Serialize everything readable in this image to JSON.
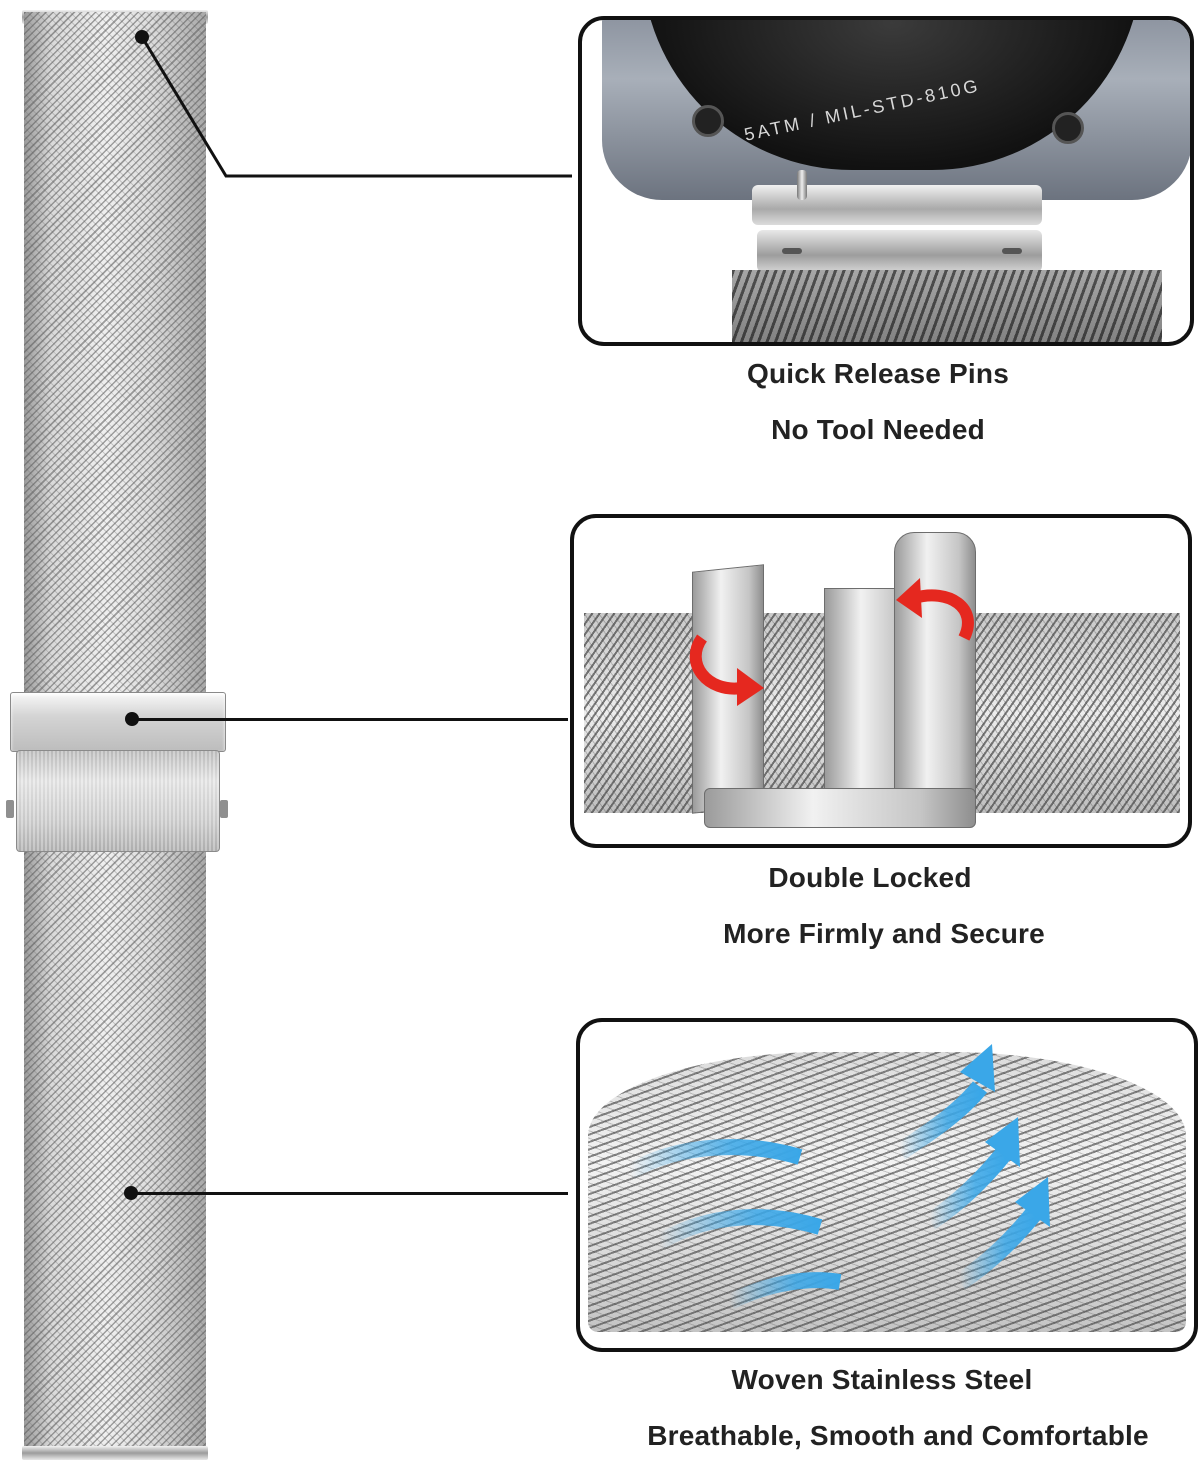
{
  "features": [
    {
      "line1": "Quick Release Pins",
      "line2": "No Tool Needed",
      "watch_text": "5ATM / MIL-STD-810G"
    },
    {
      "line1": "Double Locked",
      "line2": "More Firmly and Secure"
    },
    {
      "line1": "Woven Stainless Steel",
      "line2": "Breathable, Smooth and Comfortable"
    }
  ],
  "colors": {
    "arrow_red": "#e5281f",
    "arrow_blue": "#3aa7e8",
    "frame": "#111111"
  }
}
